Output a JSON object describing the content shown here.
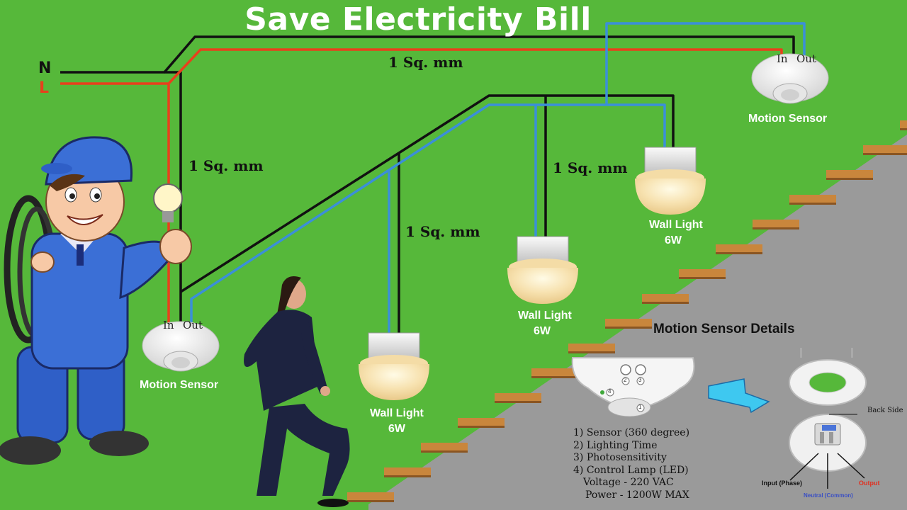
{
  "title": "Save Electricity Bill",
  "terminals": {
    "neutral": "N",
    "live": "L"
  },
  "wire_labels": {
    "top": "1 Sq. mm",
    "left": "1 Sq. mm",
    "middle": "1 Sq. mm",
    "right": "1 Sq. mm"
  },
  "sensors": [
    {
      "label": "Motion Sensor",
      "in": "In",
      "out": "Out"
    },
    {
      "label": "Motion Sensor",
      "in": "In",
      "out": "Out"
    }
  ],
  "lights": [
    {
      "name": "Wall Light",
      "power": "6W"
    },
    {
      "name": "Wall Light",
      "power": "6W"
    },
    {
      "name": "Wall Light",
      "power": "6W"
    }
  ],
  "details": {
    "title": "Motion Sensor Details",
    "specs": [
      "1) Sensor (360 degree)",
      "2) Lighting Time",
      "3) Photosensitivity",
      "4) Control Lamp (LED)",
      "Voltage - 220 VAC",
      "Power - 1200W MAX"
    ],
    "back_side": "Back Side",
    "input": "Input (Phase)",
    "neutral": "Neutral (Common)",
    "output": "Output",
    "knobs": [
      "2",
      "3"
    ],
    "markers": [
      "4",
      "1"
    ]
  },
  "colors": {
    "background": "#56b83a",
    "neutral_wire": "#111111",
    "live_wire": "#e8401c",
    "switched_wire": "#3b8fd9",
    "label_white": "#ffffff",
    "input_label": "#111111",
    "neutral_label": "#3a4fc4",
    "output_label": "#e03020"
  }
}
